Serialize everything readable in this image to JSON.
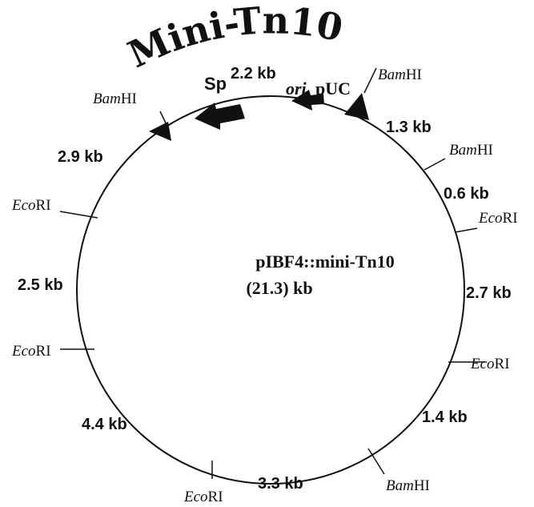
{
  "title": "Mini-Tn10",
  "plasmid": {
    "name": "pIBF4::mini-Tn10",
    "size": "(21.3) kb"
  },
  "features": {
    "sp": "Sp",
    "ori": "ori",
    "puc": "pUC"
  },
  "sites": {
    "bamhi_left": {
      "it": "Bam",
      "rom": "HI"
    },
    "bamhi_top": {
      "it": "Bam",
      "rom": "HI"
    },
    "bamhi_right": {
      "it": "Bam",
      "rom": "HI"
    },
    "bamhi_bottom": {
      "it": "Bam",
      "rom": "HI"
    },
    "ecori_left_upper": {
      "it": "Eco",
      "rom": "RI"
    },
    "ecori_left_lower": {
      "it": "Eco",
      "rom": "RI"
    },
    "ecori_right_upper": {
      "it": "Eco",
      "rom": "RI"
    },
    "ecori_right_lower": {
      "it": "Eco",
      "rom": "RI"
    },
    "ecori_bottom": {
      "it": "Eco",
      "rom": "RI"
    }
  },
  "fragments": {
    "f_2_2": "2.2 kb",
    "f_1_3": "1.3 kb",
    "f_0_6": "0.6 kb",
    "f_2_7": "2.7 kb",
    "f_1_4": "1.4 kb",
    "f_3_3": "3.3 kb",
    "f_4_4": "4.4 kb",
    "f_2_5": "2.5 kb",
    "f_2_9": "2.9 kb"
  }
}
